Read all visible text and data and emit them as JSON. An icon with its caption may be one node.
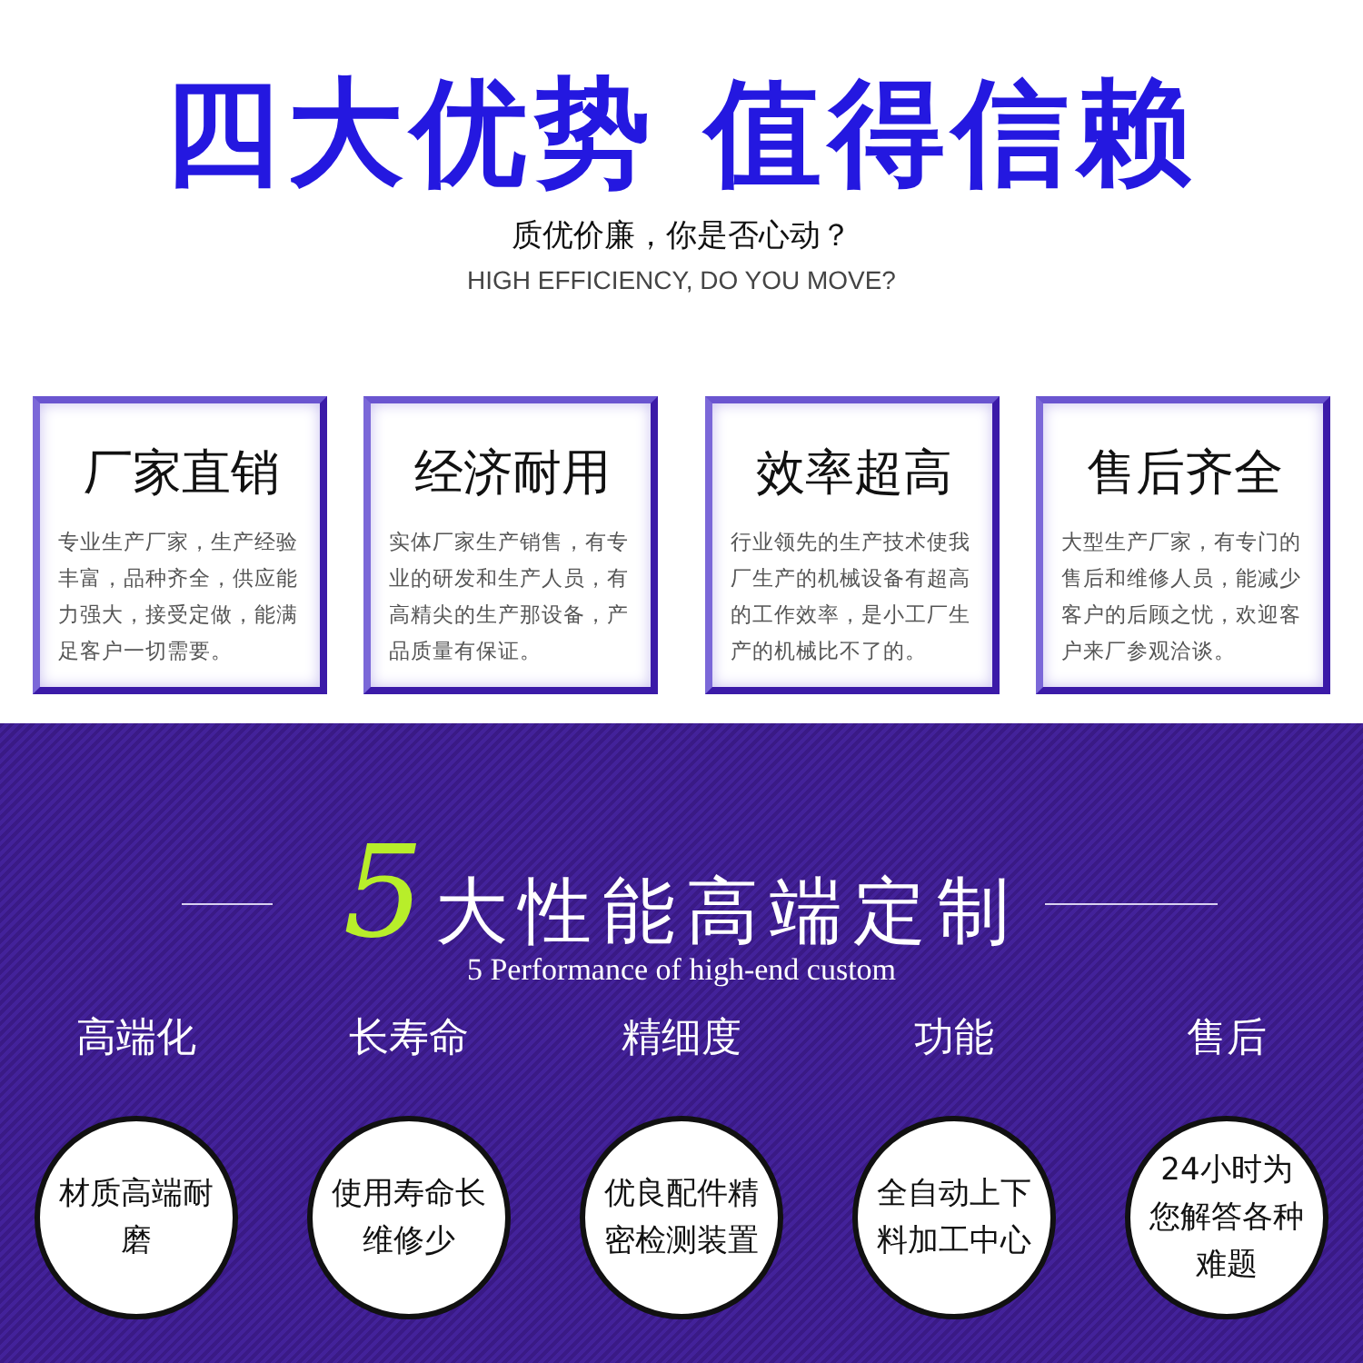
{
  "diagram": {
    "title": "四大优势 值得信赖",
    "nodes": [
      {
        "text": [
          "厂家直销",
          "专业生产厂家，生产经验丰富，品种齐全，供应能力强大，接受定做，能满足客户一切需要。"
        ]
      },
      {
        "text": [
          "经济耐用",
          "实体厂家生产销售，有专业的研发和生产人员，有高精尖的生产那设备，产品质量有保证。"
        ]
      },
      {
        "text": [
          "效率超高",
          "行业领先的生产技术使我厂生产的机械设备有超高的工作效率，是小工厂生产的机械比不了的。"
        ]
      },
      {
        "text": [
          "售后齐全",
          "大型生产厂家，有专门的售后和维修人员，能减少客户的后顾之忧，欢迎客户来厂参观洽谈。"
        ]
      },
      {
        "text": [
          "高端化",
          "材质高端耐磨"
        ]
      },
      {
        "text": [
          "长寿命",
          "使用寿命长维修少"
        ]
      },
      {
        "text": [
          "精细度",
          "优良配件精密检测装置"
        ]
      },
      {
        "text": [
          "功能",
          "全自动上下料加工中心"
        ]
      },
      {
        "text": [
          "售后",
          "24小时为您解答各种难题"
        ]
      }
    ],
    "labels": [
      "质优价廉，你是否心动？",
      "HIGH EFFICIENCY, DO YOU MOVE?",
      "5大性能高端定制",
      "5 Performance of high-end custom"
    ]
  }
}
